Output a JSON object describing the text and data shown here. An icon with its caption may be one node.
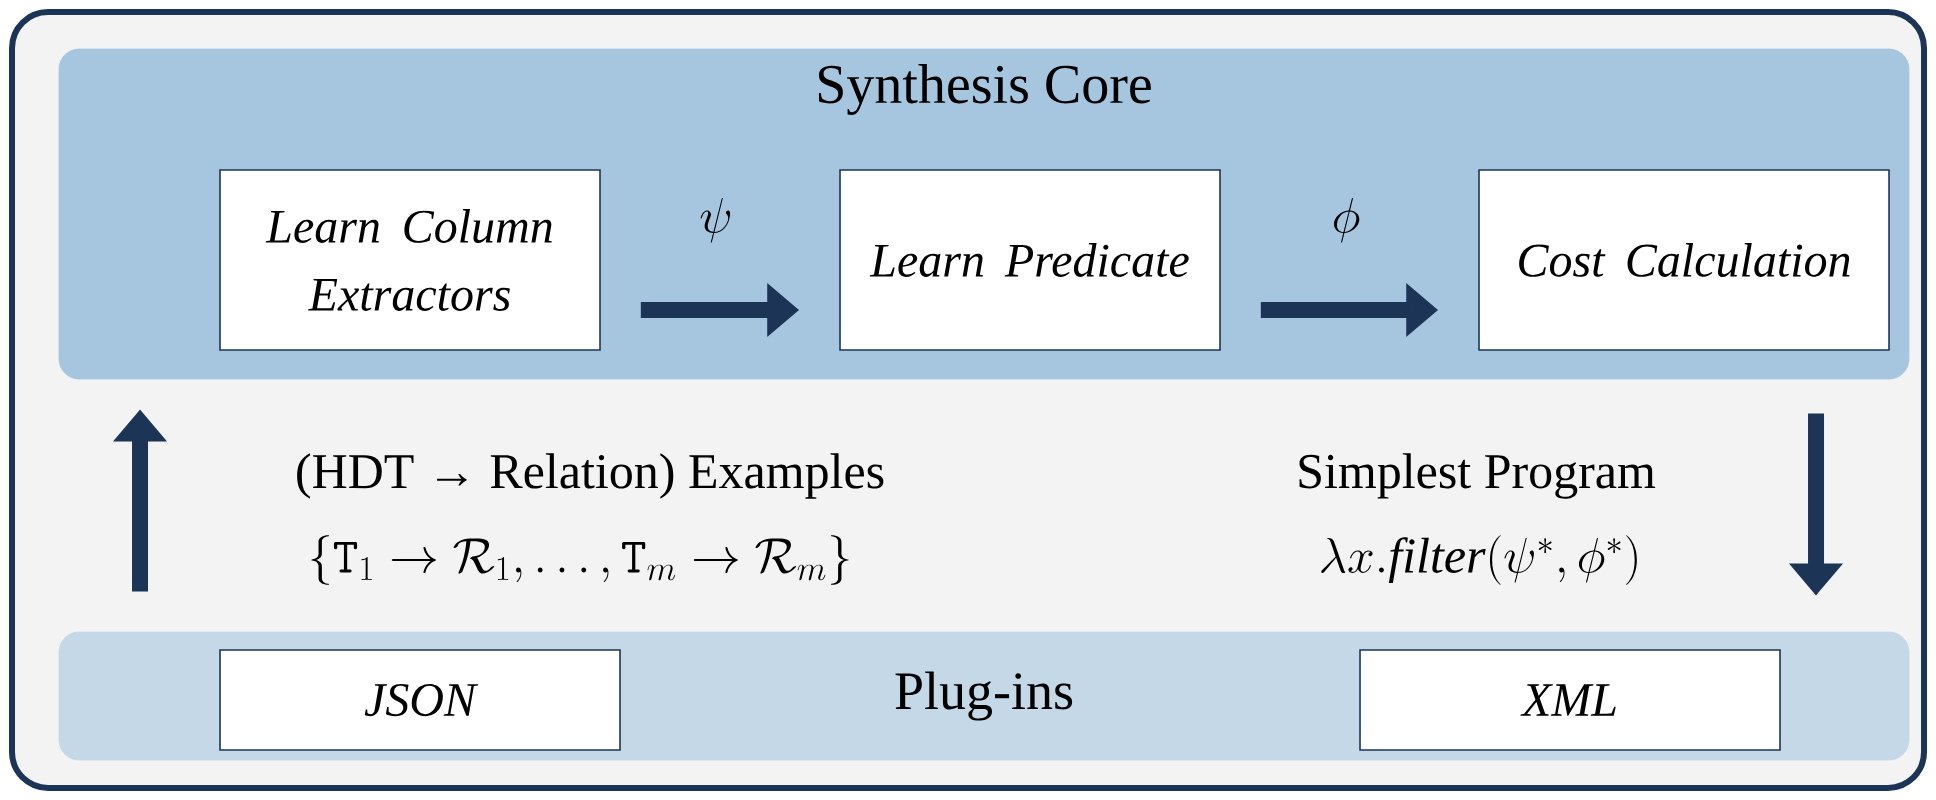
{
  "diagram": {
    "nodes": [
      {
        "text": [
          "Synthesis Core"
        ]
      },
      {
        "text": [
          "Learn Column Extractors"
        ],
        "in": 0
      },
      {
        "text": [
          "Learn Predicate"
        ],
        "in": 0
      },
      {
        "text": [
          "Cost Calculation"
        ],
        "in": 0
      },
      {
        "text": [
          "Plug-ins"
        ]
      },
      {
        "text": [
          "JSON"
        ],
        "in": 4
      },
      {
        "text": [
          "XML"
        ],
        "in": 4
      }
    ],
    "edges": [
      {
        "from": 1,
        "to": 2,
        "arrow": "to",
        "label": "\\psi"
      },
      {
        "from": 2,
        "to": 3,
        "arrow": "to",
        "label": "\\phi"
      },
      {
        "from": 4,
        "to": 0,
        "arrow": "to",
        "label": "(HDT → Relation) Examples"
      },
      {
        "from": 0,
        "to": 4,
        "arrow": "to",
        "label": "Simplest Program"
      }
    ],
    "labels": [
      "\\{\\mathtt{T}_1 \\rightarrow \\mathcal{R}_1, \\ldots, \\mathtt{T}_m \\rightarrow \\mathcal{R}_m\\}",
      "\\lambda x.\\mathit{filter}(\\psi^*, \\phi^*)"
    ]
  }
}
